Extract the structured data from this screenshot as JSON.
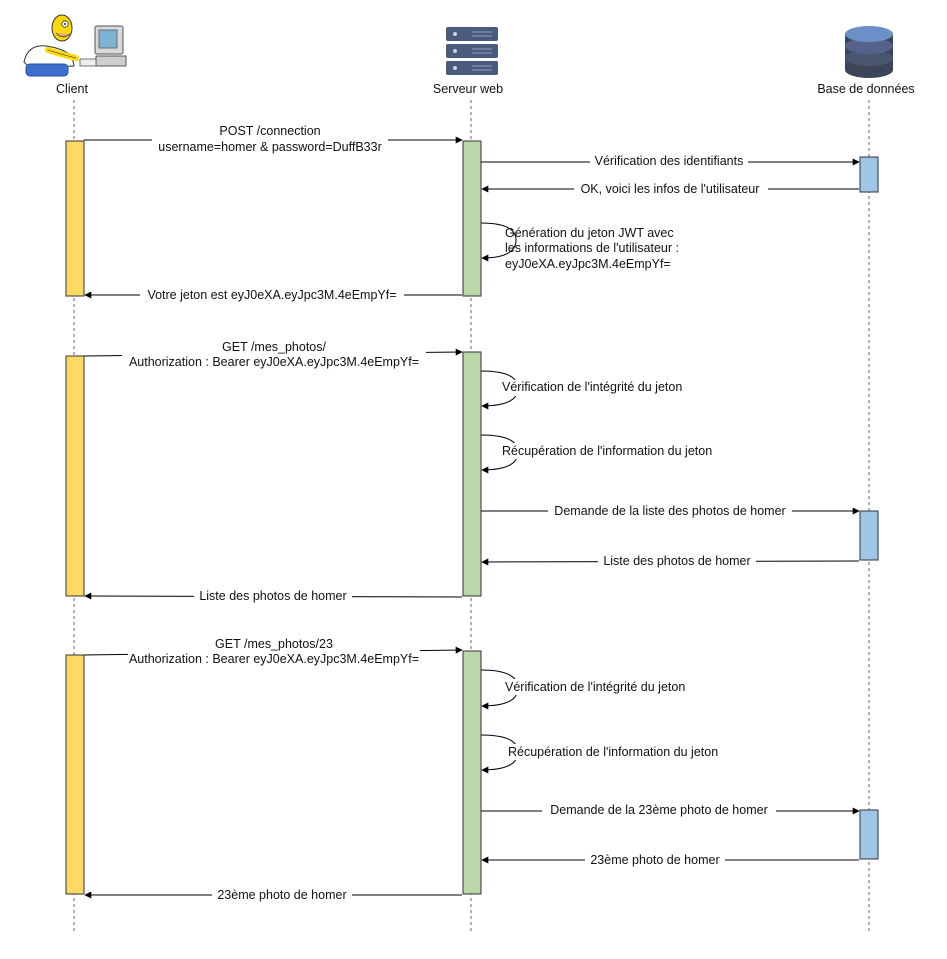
{
  "participants": {
    "client": "Client",
    "server": "Serveur web",
    "db": "Base de données"
  },
  "colors": {
    "client_activation": "#ffd966",
    "server_activation": "#b9d7a8",
    "db_activation": "#9fc5e8",
    "server_icon": "#4a5a7a",
    "db_icon_top": "#6d8fc8",
    "db_icon_body": "#3d4659"
  },
  "icons": {
    "client": "homer-at-computer-icon",
    "server": "server-rack-icon",
    "db": "database-icon"
  },
  "messages": {
    "m1_line1": "POST /connection",
    "m1_line2": "username=homer & password=DuffB33r",
    "m2": "Vérification des identifiants",
    "m3": "OK, voici les infos de l'utilisateur",
    "m4_line1": "Génération du jeton JWT avec",
    "m4_line2": "les informations de l'utilisateur :",
    "m4_line3": "eyJ0eXA.eyJpc3M.4eEmpYf=",
    "m5": "Votre jeton est eyJ0eXA.eyJpc3M.4eEmpYf=",
    "m6_line1": "GET /mes_photos/",
    "m6_line2": "Authorization : Bearer eyJ0eXA.eyJpc3M.4eEmpYf=",
    "m7": "Vérification de l'intégrité du jeton",
    "m8": "Récupération de l'information du jeton",
    "m9": "Demande de la liste des photos de homer",
    "m10": "Liste des photos de homer",
    "m11": "Liste des photos de homer",
    "m12_line1": "GET /mes_photos/23",
    "m12_line2": "Authorization : Bearer eyJ0eXA.eyJpc3M.4eEmpYf=",
    "m13": "Vérification de l'intégrité du jeton",
    "m14": "Récupération de l'information du jeton",
    "m15": "Demande de la 23ème photo de homer",
    "m16": "23ème photo de homer",
    "m17": "23ème photo de homer"
  }
}
